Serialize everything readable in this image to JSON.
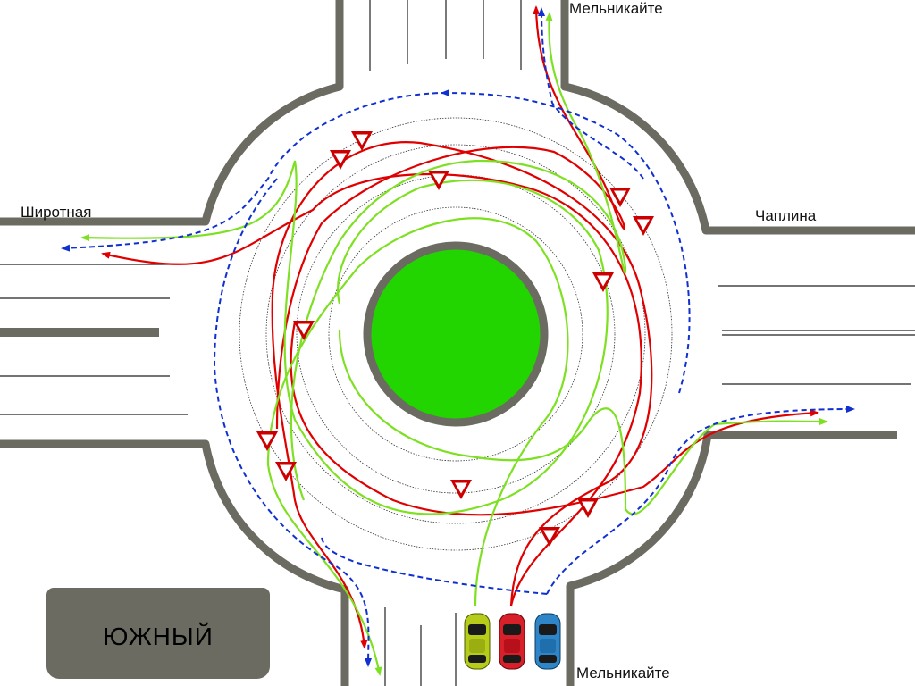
{
  "streets": {
    "north": "Мельникайте",
    "south": "Мельникайте",
    "east": "Чаплина",
    "west": "Широтная"
  },
  "district": "ЮЖНЫЙ",
  "colors": {
    "road_edge": "#6b6b62",
    "island": "#22d400",
    "route_red": "#e00000",
    "route_green": "#7ee022",
    "route_blue": "#1030d0",
    "car_left": "#b7cc1a",
    "car_middle": "#d8202a",
    "car_right": "#2e86c8",
    "yield_sign": "#cc0000"
  },
  "icons": [
    "yield-sign-icon",
    "car-icon",
    "arrow-icon"
  ]
}
